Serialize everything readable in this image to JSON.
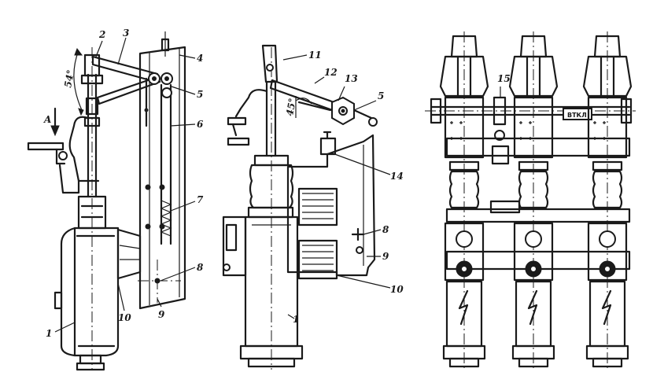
{
  "labels": {
    "n1": "1",
    "n2": "2",
    "n3": "3",
    "n4": "4",
    "n5": "5",
    "n6": "6",
    "n7": "7",
    "n8": "8",
    "n9": "9",
    "n10": "10",
    "n11": "11",
    "n12": "12",
    "n13": "13",
    "n14": "14",
    "n15": "15",
    "A": "A",
    "angle54": "54°",
    "angle45": "45°",
    "vtkl": "ВТКЛ"
  },
  "colors": {
    "ink": "#1a1a1a",
    "paper": "#ffffff"
  }
}
